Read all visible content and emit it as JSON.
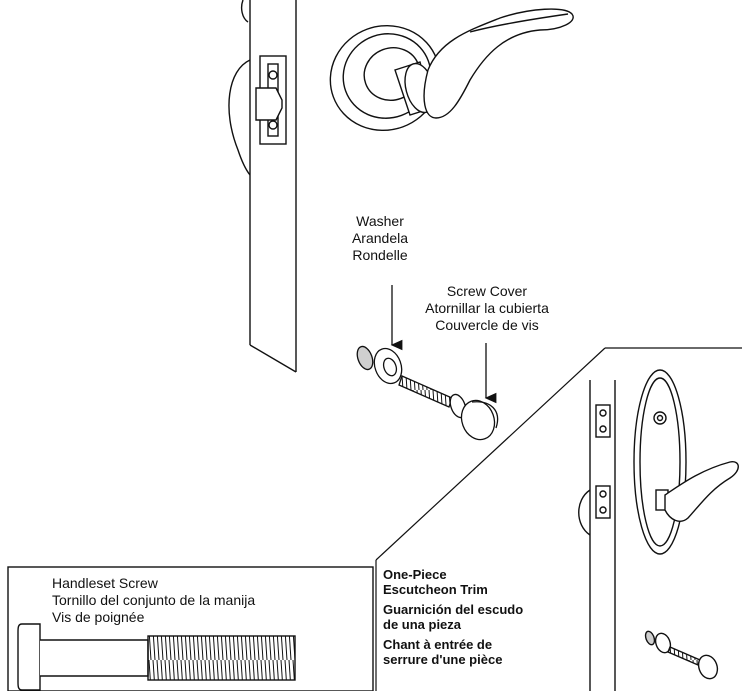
{
  "washer": {
    "en": "Washer",
    "es": "Arandela",
    "fr": "Rondelle"
  },
  "screw_cover": {
    "en": "Screw Cover",
    "es": "Atornillar la cubierta",
    "fr": "Couvercle de vis"
  },
  "handleset_screw": {
    "en": "Handleset Screw",
    "es": "Tornillo del conjunto de la manija",
    "fr": "Vis de poignée"
  },
  "trim": {
    "en_1": "One-Piece",
    "en_2": "Escutcheon Trim",
    "es_1": "Guarnición del escudo",
    "es_2": "de una pieza",
    "fr_1": "Chant à entrée de",
    "fr_2": "serrure d'une pièce"
  },
  "colors": {
    "line": "#111111",
    "fill": "#ffffff",
    "shade": "#cfcfcf"
  }
}
